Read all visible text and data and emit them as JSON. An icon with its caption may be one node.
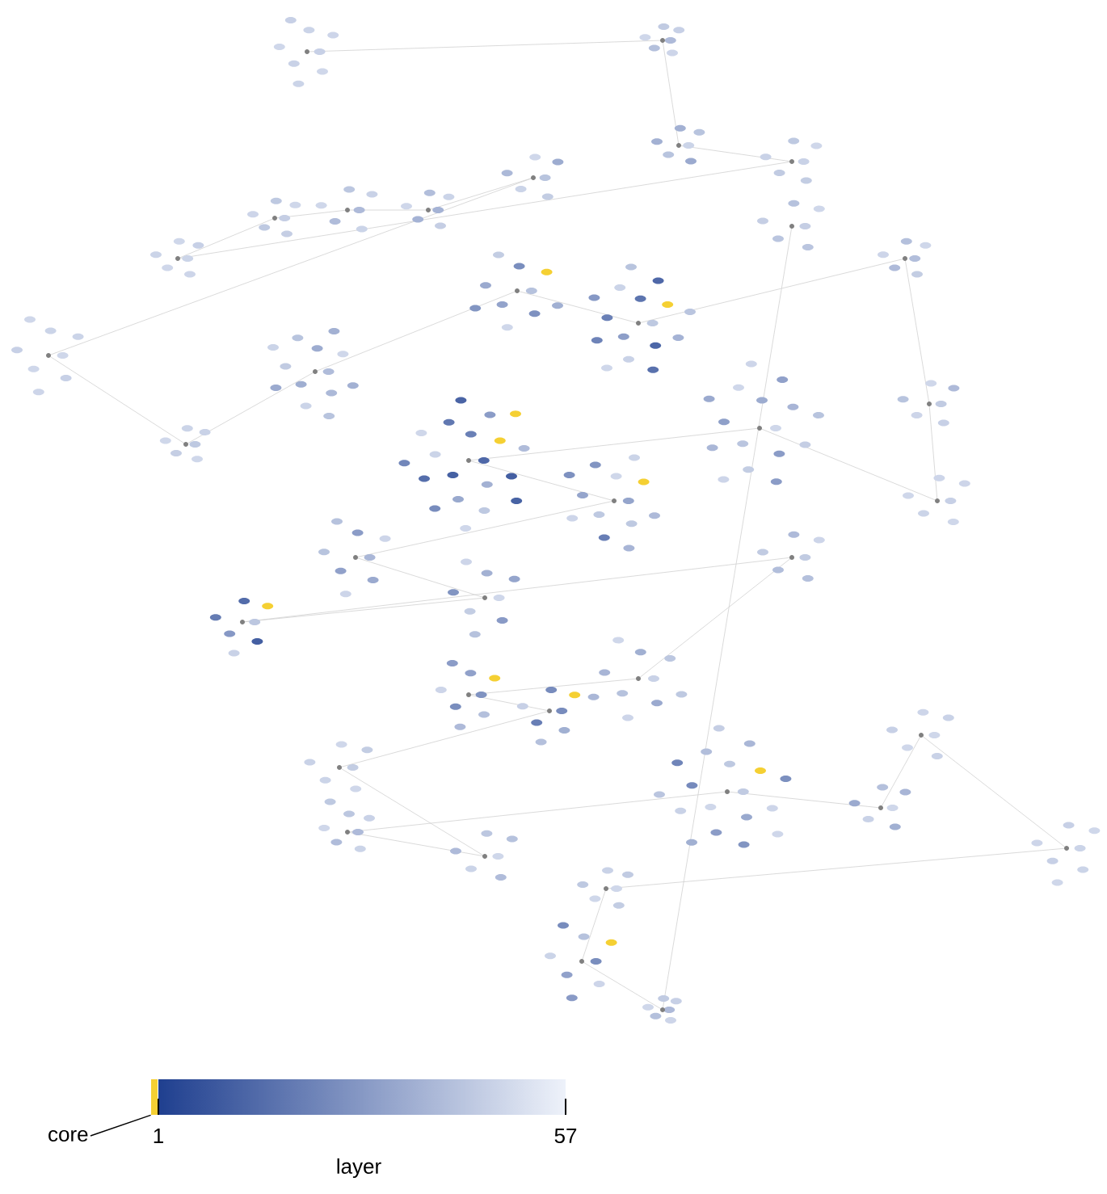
{
  "diagram": {
    "nodes": [
      {
        "text": [
          "core"
        ]
      },
      {
        "text": [],
        "shape": "bar"
      }
    ],
    "edges": [
      {
        "from": 0,
        "to": 1,
        "arrow": "none"
      }
    ],
    "labels": [
      "1",
      "57",
      "layer"
    ]
  }
}
